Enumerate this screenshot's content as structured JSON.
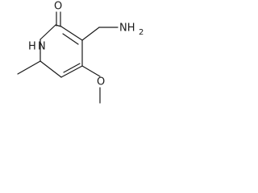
{
  "structure": {
    "atom_labels": {
      "oxygen_carbonyl": "O",
      "ring_nitrogen": "H\nN",
      "ring_nitrogen_H": "H",
      "ring_nitrogen_N": "N",
      "amine": "NH",
      "amine_subscript": "2",
      "methoxy_oxygen": "O"
    }
  }
}
